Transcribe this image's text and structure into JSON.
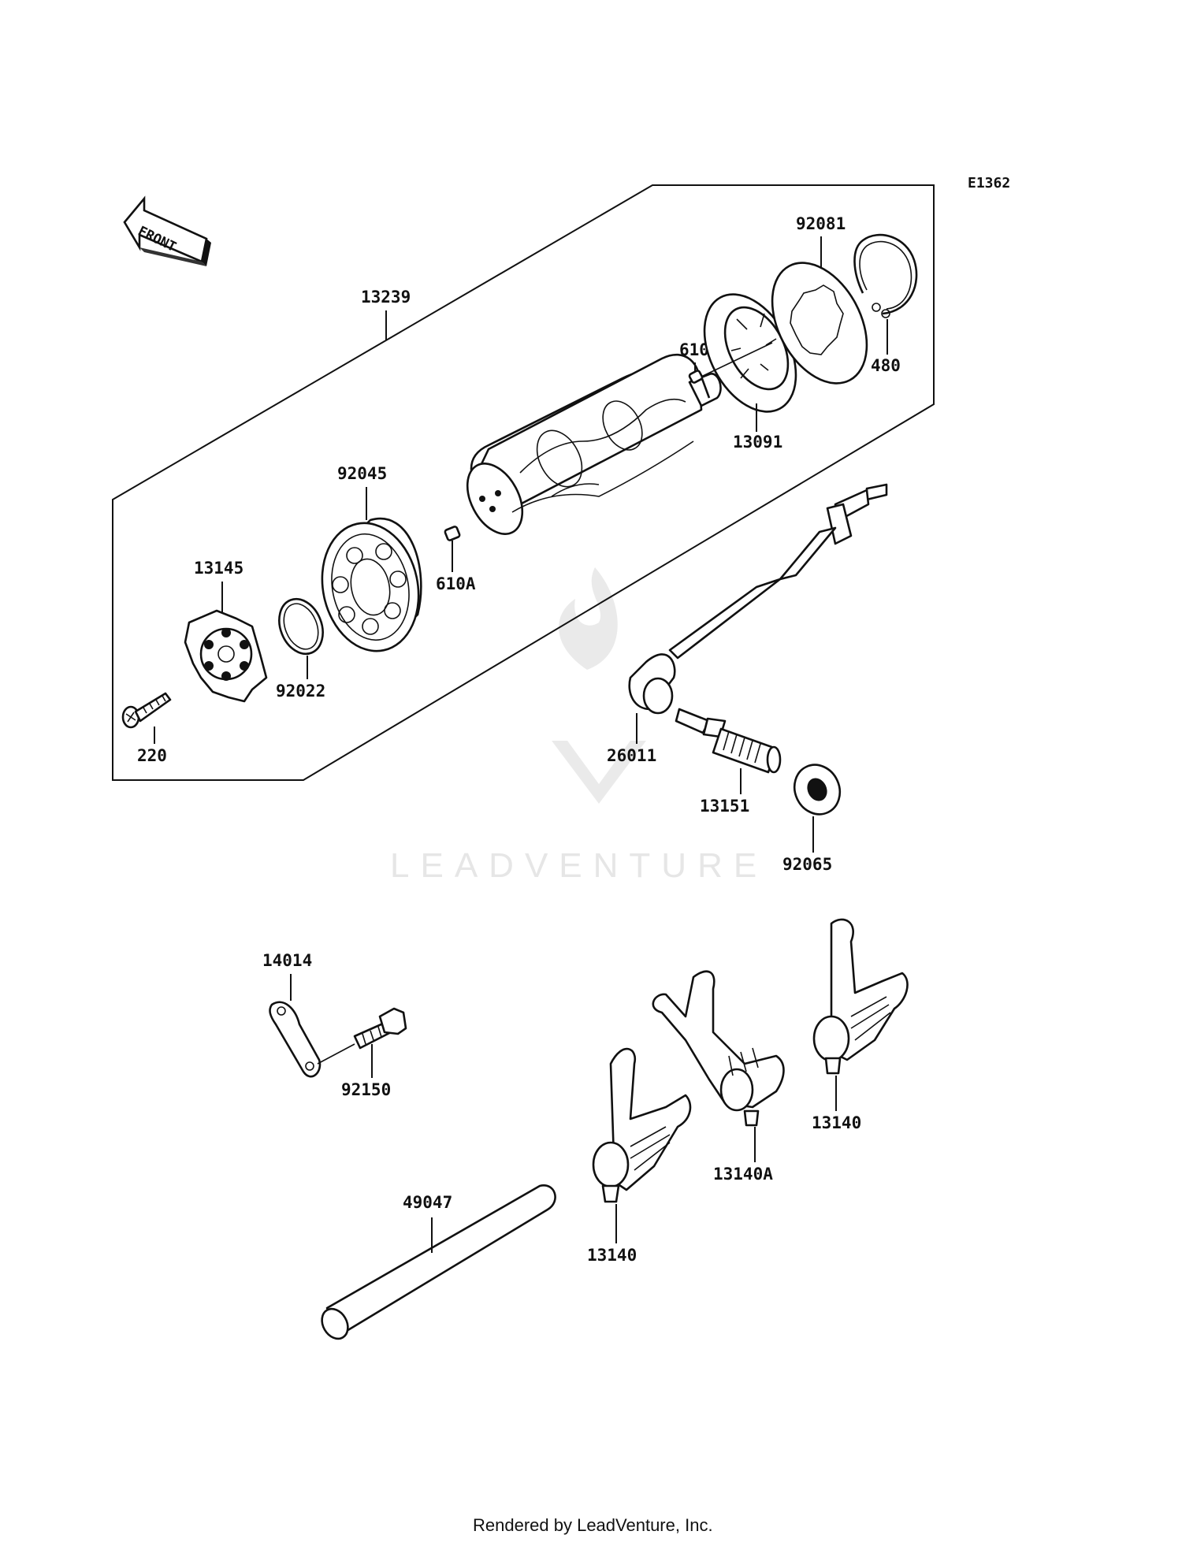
{
  "diagram_code": "E1362",
  "front_marker": "FRONT",
  "watermark": "LEADVENTURE",
  "footer": "Rendered by LeadVenture, Inc.",
  "labels": {
    "p13239": "13239",
    "p92081": "92081",
    "p610": "610",
    "p480": "480",
    "p13091": "13091",
    "p92045": "92045",
    "p610a": "610A",
    "p13145": "13145",
    "p92022": "92022",
    "p220": "220",
    "p26011": "26011",
    "p13151": "13151",
    "p92065": "92065",
    "p14014": "14014",
    "p92150": "92150",
    "p49047": "49047",
    "p13140_left": "13140",
    "p13140a": "13140A",
    "p13140_right": "13140"
  }
}
